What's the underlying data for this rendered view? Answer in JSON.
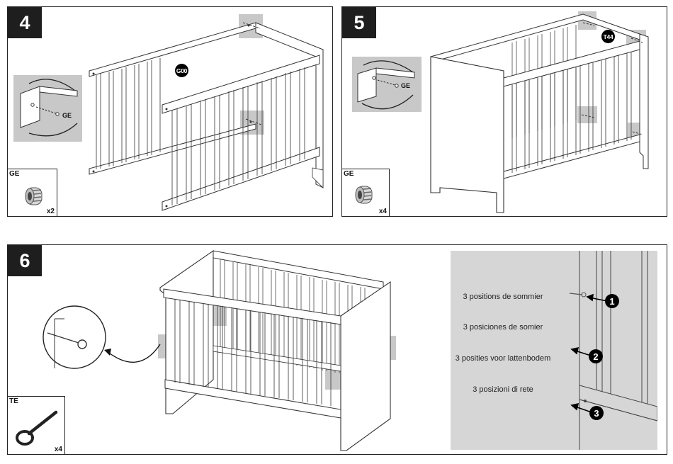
{
  "steps": [
    {
      "number": "4",
      "callout_label": "GE",
      "badge": "G00",
      "part": {
        "code": "GE",
        "quantity": "x2",
        "icon": "threaded-insert-icon"
      }
    },
    {
      "number": "5",
      "callout_label": "GE",
      "badge": "T44",
      "part": {
        "code": "GE",
        "quantity": "x4",
        "icon": "threaded-insert-icon"
      }
    },
    {
      "number": "6",
      "part": {
        "code": "TE",
        "quantity": "x4",
        "icon": "eye-bolt-icon"
      },
      "mattress_positions": {
        "texts": [
          "3 positions de sommier",
          "3 posiciones de somier",
          "3 posities voor lattenbodem",
          "3 posizioni di rete"
        ],
        "markers": [
          "1",
          "2",
          "3"
        ]
      }
    }
  ],
  "colors": {
    "step_badge": "#1e1e1e",
    "highlight": "#c8c8c8",
    "detail_bg": "#d6d6d6"
  }
}
